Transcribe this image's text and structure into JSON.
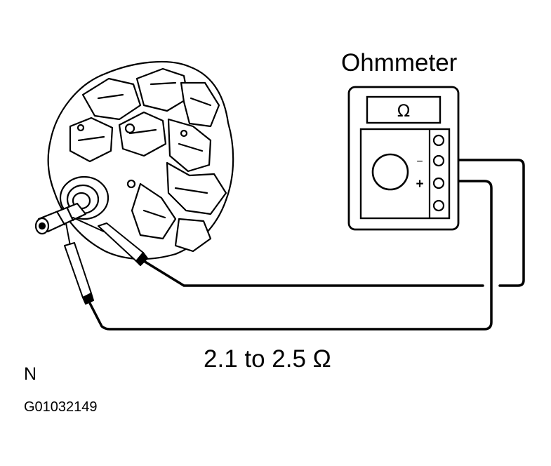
{
  "meter": {
    "title": "Ohmmeter",
    "display_symbol": "Ω",
    "minus_sign": "−",
    "plus_sign": "+"
  },
  "measurement": {
    "value_text": "2.1 to 2.5 Ω"
  },
  "figure": {
    "view_letter": "N",
    "code": "G01032149"
  },
  "icons": {
    "alternator": "alternator-rotor-icon",
    "dial": "meter-dial-icon",
    "probe": "test-probe-icon"
  }
}
